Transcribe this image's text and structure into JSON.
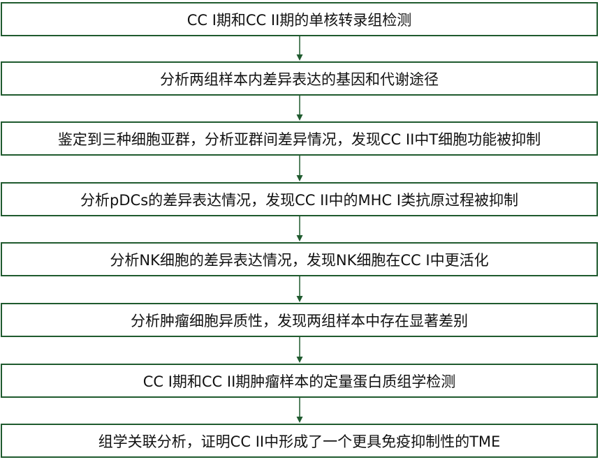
{
  "colors": {
    "border": "#1f5a2e",
    "arrow": "#1f5a2e",
    "text": "#111111",
    "background": "#ffffff"
  },
  "steps": [
    {
      "label": "CC I期和CC II期的单核转录组检测"
    },
    {
      "label": "分析两组样本内差异表达的基因和代谢途径"
    },
    {
      "label": "鉴定到三种细胞亚群，分析亚群间差异情况，发现CC II中T细胞功能被抑制"
    },
    {
      "label": "分析pDCs的差异表达情况，发现CC II中的MHC I类抗原过程被抑制"
    },
    {
      "label": "分析NK细胞的差异表达情况，发现NK细胞在CC I中更活化"
    },
    {
      "label": "分析肿瘤细胞异质性，发现两组样本中存在显著差别"
    },
    {
      "label": "CC I期和CC II期肿瘤样本的定量蛋白质组学检测"
    },
    {
      "label": "组学关联分析，证明CC II中形成了一个更具免疫抑制性的TME"
    }
  ]
}
